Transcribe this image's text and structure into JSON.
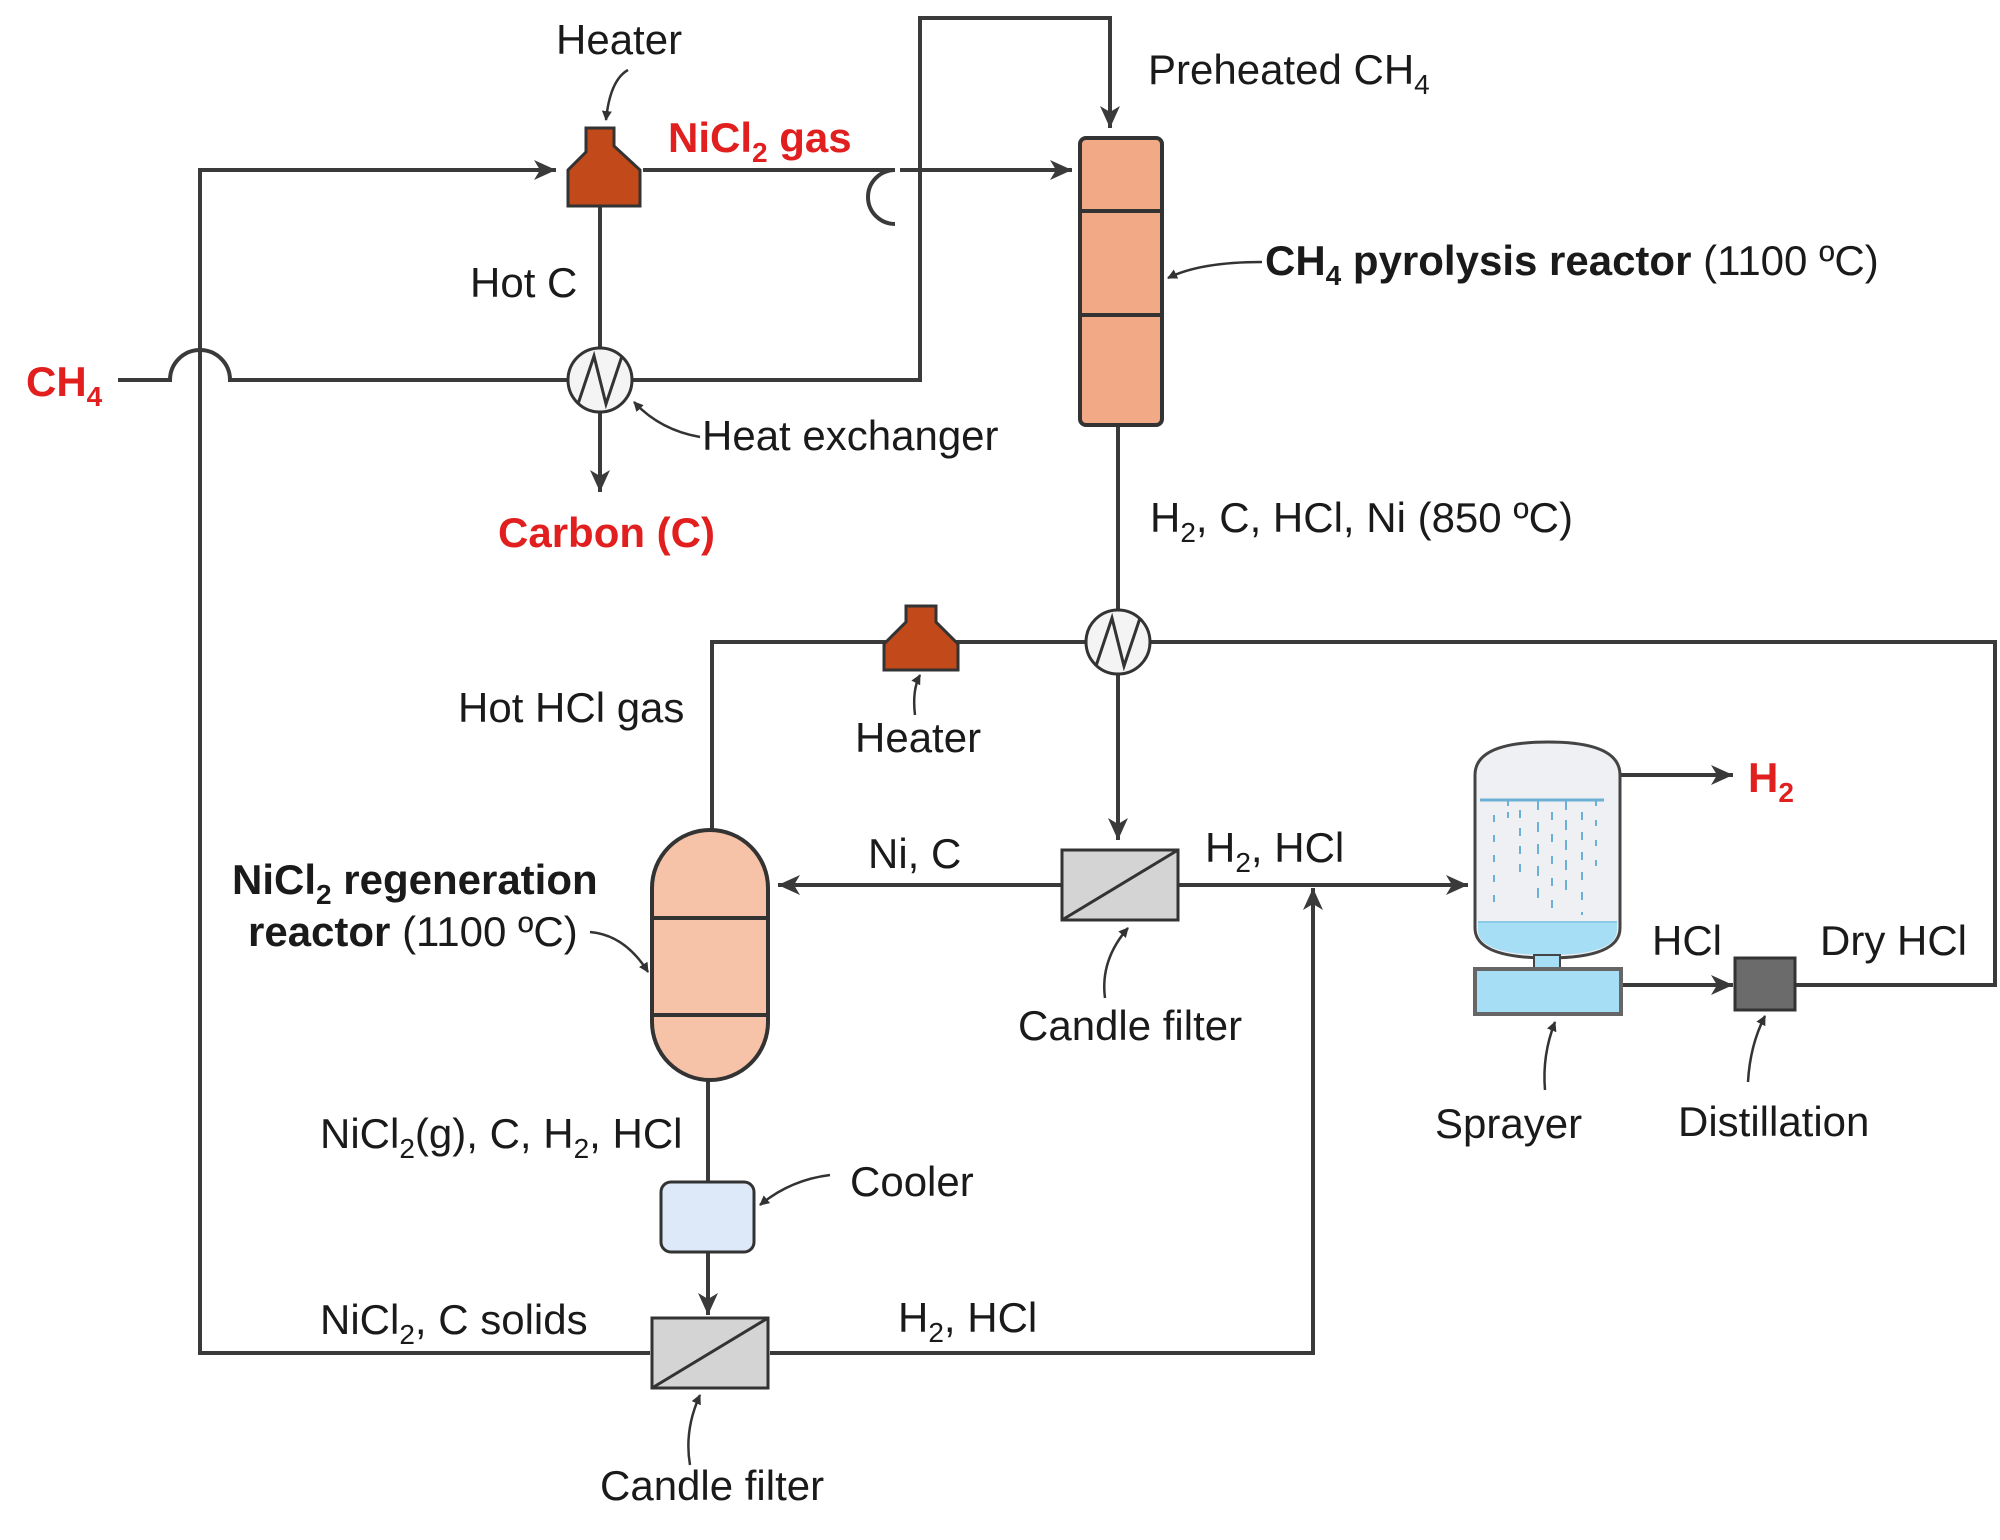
{
  "labels": {
    "heater_top": "Heater",
    "nicl2_gas_main": "NiCl",
    "nicl2_gas_sub": "2",
    "nicl2_gas_tail": " gas",
    "preheated_main": "Preheated CH",
    "preheated_sub": "4",
    "ch4_feed_main": "CH",
    "ch4_feed_sub": "4",
    "hot_c": "Hot C",
    "heat_exchanger": "Heat exchanger",
    "carbon_product": "Carbon (C)",
    "pyrolysis_main": "CH",
    "pyrolysis_sub": "4",
    "pyrolysis_bold": " pyrolysis reactor",
    "pyrolysis_temp": " (1100 ºC)",
    "pyro_out_h": "H",
    "pyro_out_sub": "2",
    "pyro_out_rest": ", C, HCl, Ni (850 ºC)",
    "hot_hcl_gas": "Hot HCl gas",
    "heater_mid": "Heater",
    "ni_c": "Ni, C",
    "h2_hcl_top_h": "H",
    "h2_hcl_top_sub": "2",
    "h2_hcl_top_rest": ", HCl",
    "h2_product_main": "H",
    "h2_product_sub": "2",
    "regen_line1_main": "NiCl",
    "regen_line1_sub": "2",
    "regen_line1_bold": " regeneration",
    "regen_line2_bold": "reactor",
    "regen_line2_temp": " (1100 ºC)",
    "candle_filter_mid": "Candle filter",
    "hcl": "HCl",
    "dry_hcl": "Dry HCl",
    "sprayer": "Sprayer",
    "distillation": "Distillation",
    "regen_out_a": "NiCl",
    "regen_out_a_sub": "2",
    "regen_out_b": "(g), C, H",
    "regen_out_b_sub": "2",
    "regen_out_c": ", HCl",
    "cooler": "Cooler",
    "solids_a": "NiCl",
    "solids_sub": "2",
    "solids_b": ", C solids",
    "h2_hcl_bottom_h": "H",
    "h2_hcl_bottom_sub": "2",
    "h2_hcl_bottom_rest": ", HCl",
    "candle_filter_bottom": "Candle filter"
  },
  "colors": {
    "product_red": "#e11f1f",
    "heater": "#c24a1a",
    "pyrolysis_reactor": "#f2a986",
    "regeneration_reactor": "#f6c3a8",
    "cooler": "#dde9f8",
    "water": "#a6def6",
    "filter": "#d4d4d4",
    "distillation": "#6b6b6b"
  }
}
